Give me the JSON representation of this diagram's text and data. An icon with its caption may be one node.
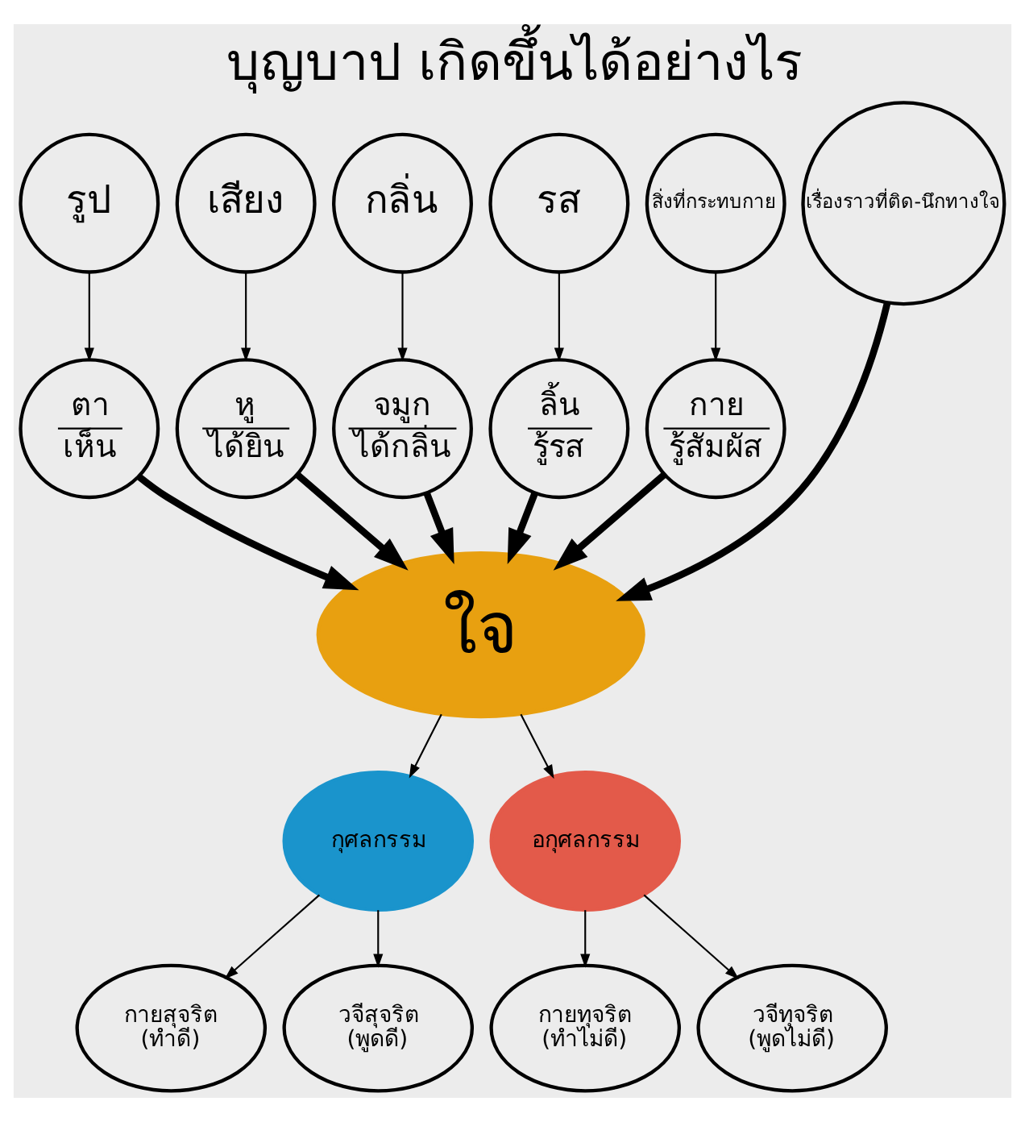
{
  "diagram": {
    "title": "บุญบาป เกิดขึ้นได้อย่างไร",
    "nodes": [
      {
        "text": [
          "รูป"
        ]
      },
      {
        "text": [
          "เสียง"
        ]
      },
      {
        "text": [
          "กลิ่น"
        ]
      },
      {
        "text": [
          "รส"
        ]
      },
      {
        "text": [
          "สิ่งที่กระทบกาย"
        ]
      },
      {
        "text": [
          "เรื่องราวที่ติด-นึกทางใจ"
        ]
      },
      {
        "text": [
          "ตา",
          "เห็น"
        ]
      },
      {
        "text": [
          "หู",
          "ได้ยิน"
        ]
      },
      {
        "text": [
          "จมูก",
          "ได้กลิ่น"
        ]
      },
      {
        "text": [
          "ลิ้น",
          "รู้รส"
        ]
      },
      {
        "text": [
          "กาย",
          "รู้สัมผัส"
        ]
      },
      {
        "text": [
          "ใจ"
        ]
      },
      {
        "text": [
          "กุศลกรรม"
        ]
      },
      {
        "text": [
          "อกุศลกรรม"
        ]
      },
      {
        "text": [
          "กายสุจริต (ทำดี)"
        ]
      },
      {
        "text": [
          "วจีสุจริต (พูดดี)"
        ]
      },
      {
        "text": [
          "กายทุจริต (ทำไม่ดี)"
        ]
      },
      {
        "text": [
          "วจีทุจริต (พูดไม่ดี)"
        ]
      }
    ],
    "edges": [
      {
        "from": 0,
        "to": 6,
        "arrow": "to"
      },
      {
        "from": 1,
        "to": 7,
        "arrow": "to"
      },
      {
        "from": 2,
        "to": 8,
        "arrow": "to"
      },
      {
        "from": 3,
        "to": 9,
        "arrow": "to"
      },
      {
        "from": 4,
        "to": 10,
        "arrow": "to"
      },
      {
        "from": 6,
        "to": 11,
        "arrow": "to",
        "style": "thick"
      },
      {
        "from": 7,
        "to": 11,
        "arrow": "to",
        "style": "thick"
      },
      {
        "from": 8,
        "to": 11,
        "arrow": "to",
        "style": "thick"
      },
      {
        "from": 9,
        "to": 11,
        "arrow": "to",
        "style": "thick"
      },
      {
        "from": 10,
        "to": 11,
        "arrow": "to",
        "style": "thick"
      },
      {
        "from": 5,
        "to": 11,
        "arrow": "to",
        "style": "thick"
      },
      {
        "from": 11,
        "to": 12,
        "arrow": "to"
      },
      {
        "from": 11,
        "to": 13,
        "arrow": "to"
      },
      {
        "from": 12,
        "to": 14,
        "arrow": "to"
      },
      {
        "from": 12,
        "to": 15,
        "arrow": "to"
      },
      {
        "from": 13,
        "to": 16,
        "arrow": "to"
      },
      {
        "from": 13,
        "to": 17,
        "arrow": "to"
      }
    ]
  }
}
